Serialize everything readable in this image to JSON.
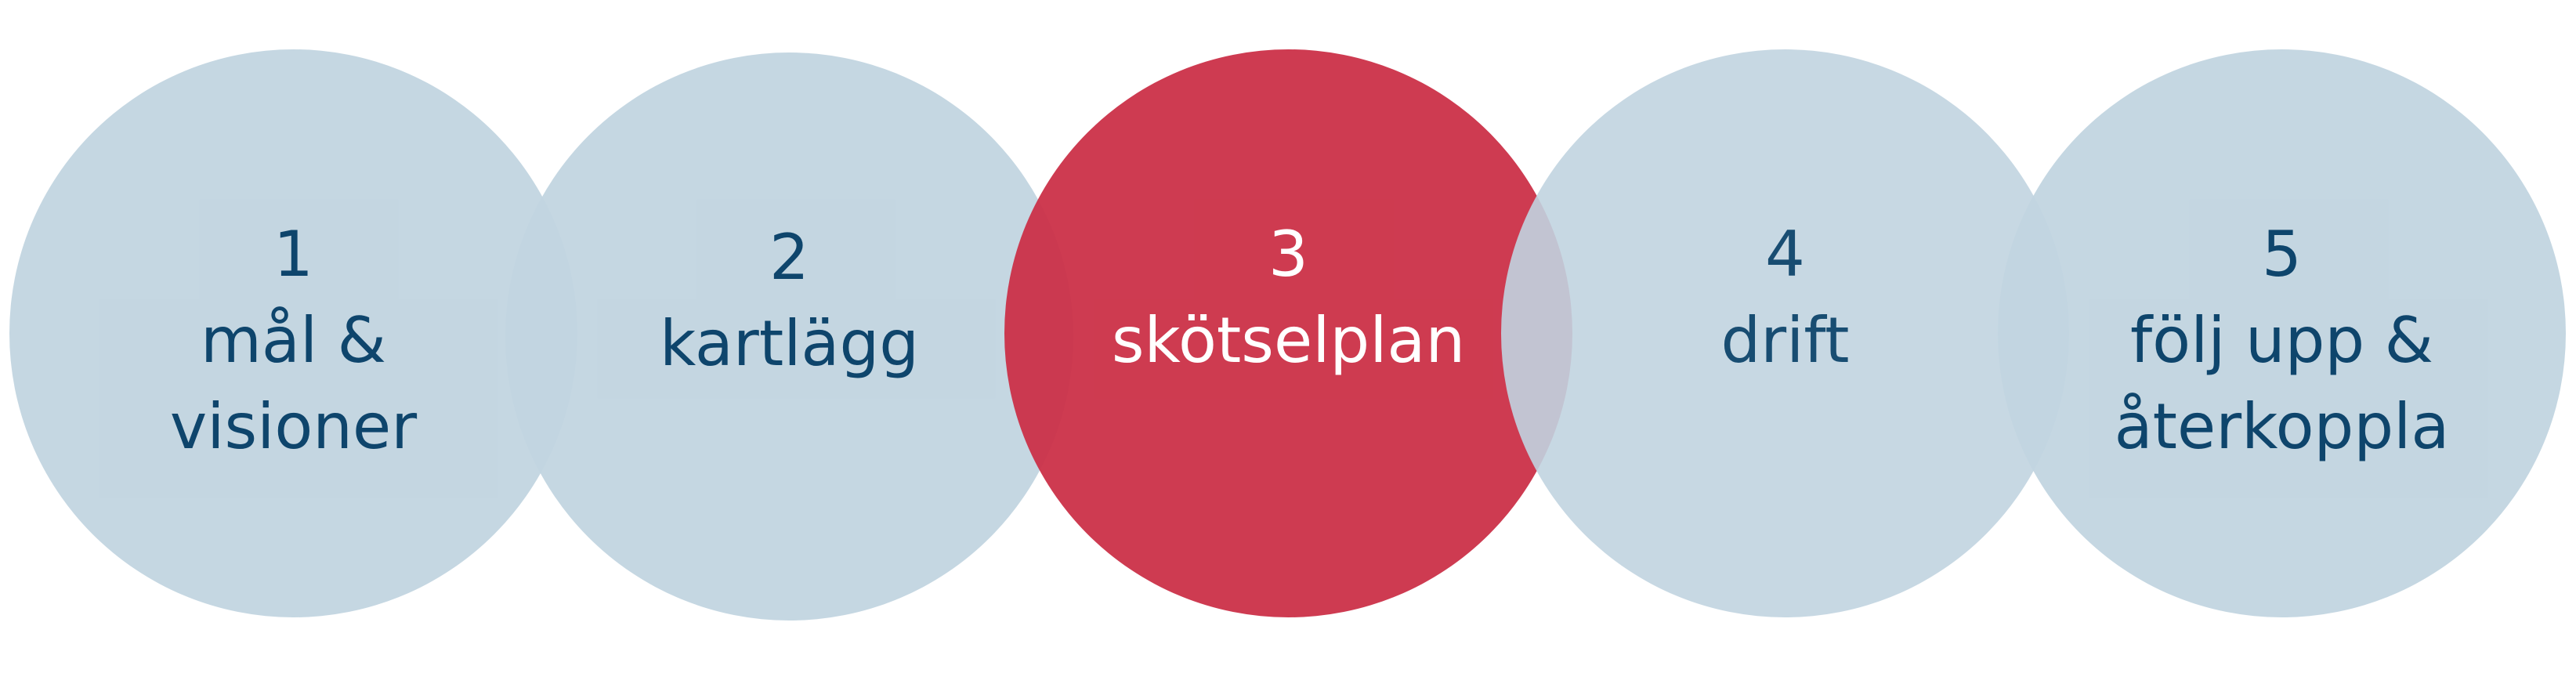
{
  "colors": {
    "inactive_fill": "#c1d4e0",
    "active_fill": "#cb2f46",
    "inactive_text": "#003a63",
    "active_text": "#ffffff",
    "background": "#ffffff"
  },
  "steps": [
    {
      "number": "1",
      "line1": "mål &",
      "line2": "visioner",
      "active": false
    },
    {
      "number": "2",
      "line1": "kartlägg",
      "line2": "",
      "active": false
    },
    {
      "number": "3",
      "line1": "skötselplan",
      "line2": "",
      "active": true
    },
    {
      "number": "4",
      "line1": "drift",
      "line2": "",
      "active": false
    },
    {
      "number": "5",
      "line1": "följ upp &",
      "line2": "återkoppla",
      "active": false
    }
  ]
}
